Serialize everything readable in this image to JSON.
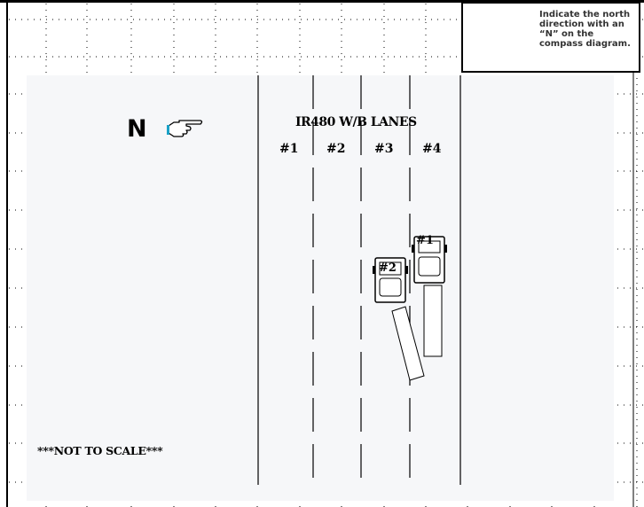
{
  "instructions": {
    "text": "Indicate the north direction with an “N” on the compass diagram."
  },
  "north": {
    "label": "N",
    "pointer_icon": "pointing-hand-icon"
  },
  "road": {
    "title": "IR480 W/B LANES",
    "lanes": [
      "#1",
      "#2",
      "#3",
      "#4"
    ]
  },
  "vehicles": [
    {
      "label": "#1",
      "lane": "#4"
    },
    {
      "label": "#2",
      "lane": "#3"
    }
  ],
  "note": "***NOT TO SCALE***",
  "icons": [
    "compass-icon",
    "pointing-hand-icon"
  ],
  "colors": {
    "background": "#ffffff",
    "grid_dot": "#000000",
    "panel": "#f6f7f9",
    "ink": "#000000"
  }
}
